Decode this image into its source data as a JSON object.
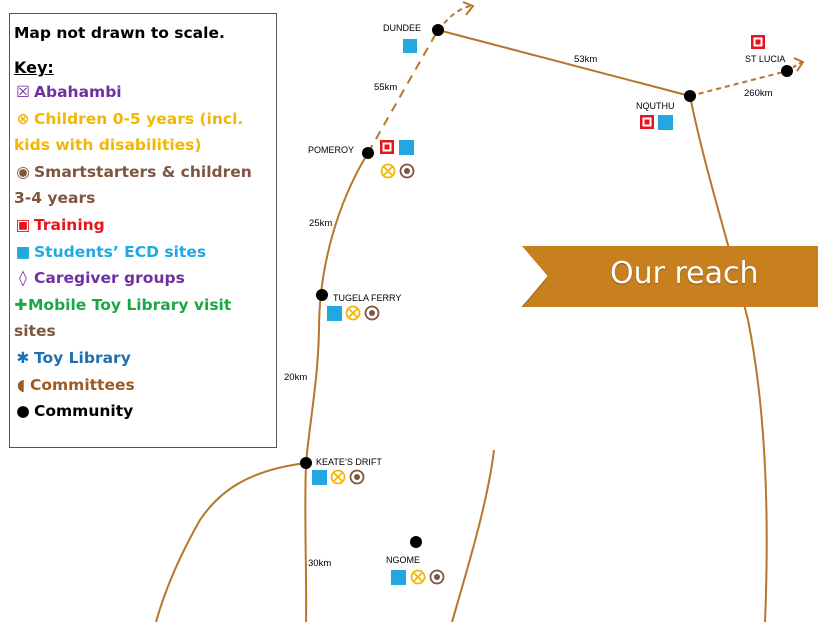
{
  "legend": {
    "note": "Map not drawn to scale.",
    "heading": "Key:",
    "items": [
      {
        "symbol": "☒",
        "label": "Abahambi",
        "color": "#7030a0",
        "icon": "boxed-x-icon"
      },
      {
        "symbol": "⊗",
        "label": "Children 0-5 years (incl.",
        "cont": "kids with disabilities)",
        "color": "#f2b705",
        "icon": "circled-x-icon"
      },
      {
        "symbol": "◉",
        "label": "Smartstarters & children",
        "cont": "3-4 years",
        "color": "#7f5540",
        "icon": "circled-dot-icon"
      },
      {
        "symbol": "▣",
        "label": "Training",
        "color": "#e8141c",
        "icon": "boxed-square-icon"
      },
      {
        "symbol": "■",
        "label": "Students’ ECD sites",
        "color": "#21a8e0",
        "icon": "blue-square-icon"
      },
      {
        "symbol": "◊",
        "label": "Caregiver groups",
        "color": "#7030a0",
        "icon": "diamond-icon"
      },
      {
        "symbol": "✚",
        "label": "Mobile Toy Library visit",
        "cont": "sites",
        "color": "#1aa845",
        "cont_color": "#7f5540",
        "icon": "plus-icon"
      },
      {
        "symbol": "✱",
        "label": "Toy Library",
        "color": "#1f6fb5",
        "icon": "asterisk-icon"
      },
      {
        "symbol": "◖",
        "label": "Committees",
        "color": "#9c5b22",
        "icon": "half-circle-icon"
      },
      {
        "symbol": "●",
        "label": "Community",
        "color": "#000000",
        "icon": "dot-icon"
      }
    ]
  },
  "banner": {
    "text": "Our reach",
    "color": "#c8801e"
  },
  "places": {
    "dundee": "DUNDEE",
    "nquthu": "NQUTHU",
    "st_lucia": "ST LUCIA",
    "pomeroy": "POMEROY",
    "tugela_ferry": "TUGELA FERRY",
    "keates_drift": "KEATE’S DRIFT",
    "ngome": "NGOME"
  },
  "distances": {
    "dundee_nquthu": "53km",
    "pomeroy_dundee": "55km",
    "nquthu_st_lucia": "260km",
    "pomeroy_tugela": "25km",
    "tugela_keates": "20km",
    "keates_ngome": "30km"
  },
  "colors": {
    "road": "#b5782a",
    "ecd": "#21a8e0",
    "training": "#e8141c",
    "children": "#f2b705",
    "smartstarters": "#7f5540"
  }
}
